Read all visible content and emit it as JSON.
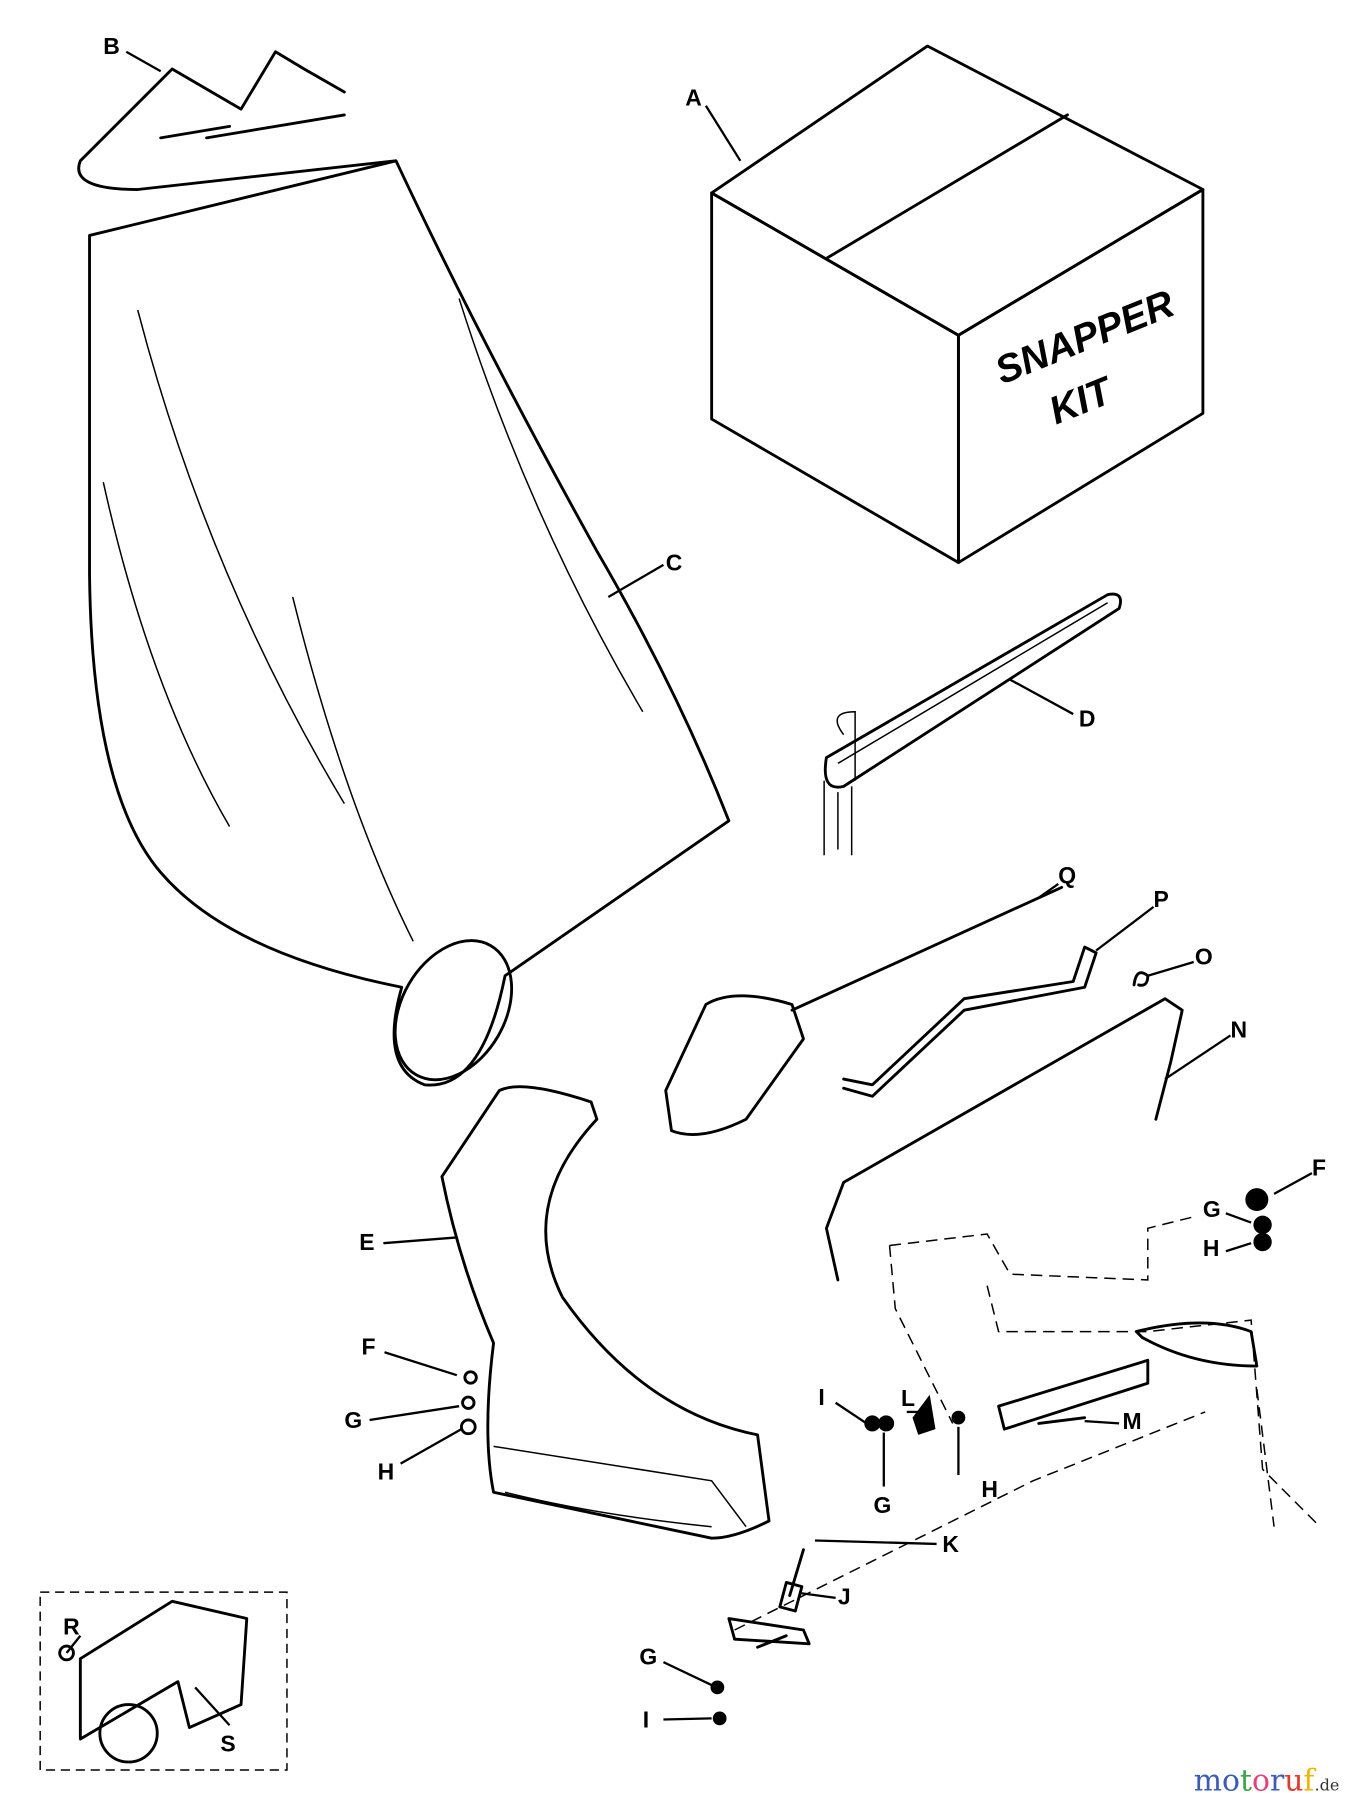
{
  "box_text": [
    "SNAPPER",
    "KIT"
  ],
  "labels": {
    "A": "A",
    "B": "B",
    "C": "C",
    "D": "D",
    "E": "E",
    "F1": "F",
    "G1": "G",
    "H1": "H",
    "F2": "F",
    "G2": "G",
    "H2": "H",
    "I1": "I",
    "L": "L",
    "G3": "G",
    "H3": "H",
    "M": "M",
    "K": "K",
    "J": "J",
    "G4": "G",
    "I2": "I",
    "N": "N",
    "O": "O",
    "P": "P",
    "Q": "Q",
    "R": "R",
    "S": "S"
  },
  "watermark": {
    "name": "motoruf",
    "tld": ".de",
    "letter_colors": [
      "#3b5bb5",
      "#3b5bb5",
      "#3aa648",
      "#e0457b",
      "#3b5bb5",
      "#e23b2e",
      "#f0b500"
    ]
  }
}
